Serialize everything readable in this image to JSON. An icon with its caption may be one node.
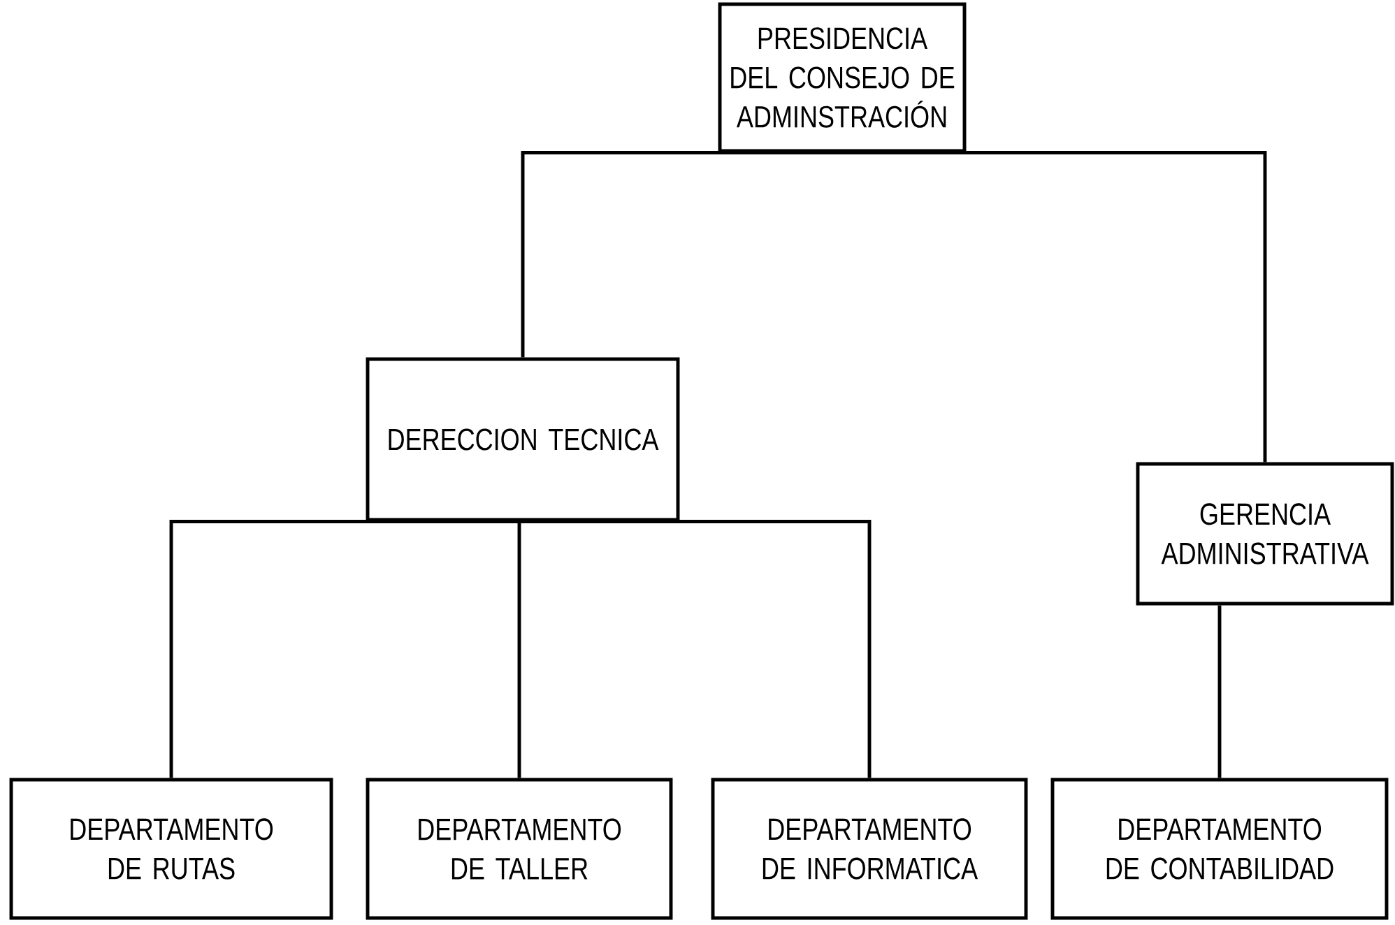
{
  "diagram": {
    "nodes": [
      {
        "text": [
          "PRESIDENCIA DEL CONSEJO DE ADMINSTRACIÓN"
        ]
      },
      {
        "text": [
          "DERECCION TECNICA"
        ]
      },
      {
        "text": [
          "GERENCIA ADMINISTRATIVA"
        ]
      },
      {
        "text": [
          "DEPARTAMENTO DE RUTAS"
        ]
      },
      {
        "text": [
          "DEPARTAMENTO DE TALLER"
        ]
      },
      {
        "text": [
          "DEPARTAMENTO DE INFORMATICA"
        ]
      },
      {
        "text": [
          "DEPARTAMENTO DE CONTABILIDAD"
        ]
      }
    ],
    "edges": [
      {
        "from": 0,
        "to": 1,
        "arrow": "none"
      },
      {
        "from": 0,
        "to": 2,
        "arrow": "none"
      },
      {
        "from": 1,
        "to": 3,
        "arrow": "none"
      },
      {
        "from": 1,
        "to": 4,
        "arrow": "none"
      },
      {
        "from": 1,
        "to": 5,
        "arrow": "none"
      },
      {
        "from": 2,
        "to": 6,
        "arrow": "none"
      }
    ]
  }
}
